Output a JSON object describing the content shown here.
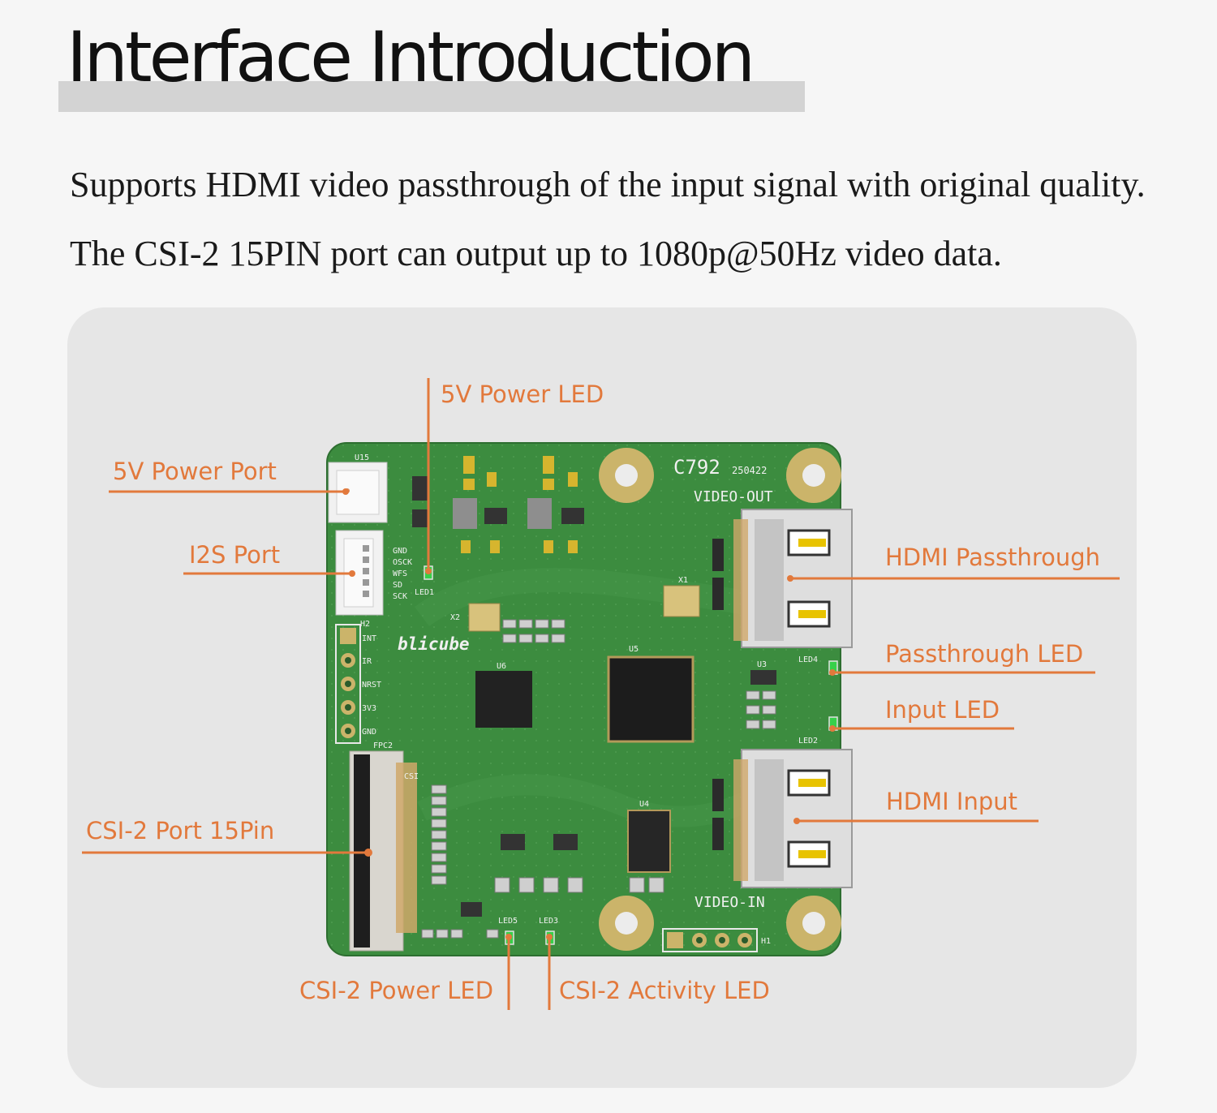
{
  "header": {
    "title": "Interface Introduction",
    "desc_line1": "Supports HDMI video passthrough of the input signal with original quality.",
    "desc_line2": "The CSI-2 15PIN port can output up to 1080p@50Hz video data."
  },
  "callouts": {
    "power_led": "5V Power LED",
    "power_port": "5V Power Port",
    "i2s_port": "I2S Port",
    "csi_port": "CSI-2 Port 15Pin",
    "hdmi_passthrough": "HDMI Passthrough",
    "passthrough_led": "Passthrough LED",
    "input_led": "Input LED",
    "hdmi_input": "HDMI Input",
    "csi_power_led": "CSI-2 Power LED",
    "csi_activity_led": "CSI-2 Activity LED"
  },
  "board": {
    "model": "C792",
    "date_code": "250422",
    "video_out": "VIDEO-OUT",
    "video_in": "VIDEO-IN",
    "brand": "blicube",
    "i2s_pins": [
      "GND",
      "OSCK",
      "WFS",
      "SD",
      "SCK"
    ],
    "h2_pins": [
      "INT",
      "IR",
      "NRST",
      "3V3",
      "GND"
    ],
    "refs": {
      "u15": "U15",
      "h2": "H2",
      "fpc2": "FPC2",
      "csi": "CSI",
      "h1": "H1",
      "u5": "U5",
      "u6": "U6",
      "u4": "U4",
      "u3": "U3",
      "x1": "X1",
      "x2": "X2",
      "led1": "LED1",
      "led2": "LED2",
      "led4": "LED4",
      "led5": "LED5",
      "led3": "LED3"
    }
  },
  "colors": {
    "accent": "#e2793c",
    "pcb": "#3c8c3f",
    "panel": "#e6e6e6"
  }
}
